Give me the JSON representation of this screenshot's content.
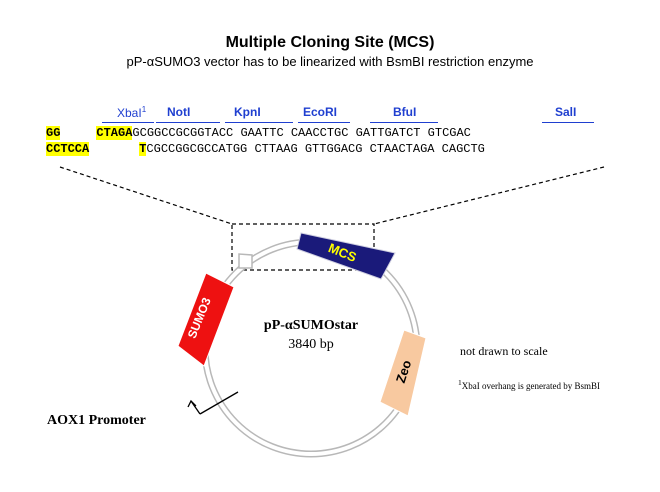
{
  "header": {
    "title": "Multiple Cloning Site (MCS)",
    "subtitle": "pP-αSUMO3 vector has to be linearized with BsmBI restriction enzyme"
  },
  "enzymes": {
    "xbai": "XbaI",
    "xbai_footnote_mark": "1",
    "noti": "NotI",
    "kpni": "KpnI",
    "ecori": "EcoRI",
    "bful": "BfuI",
    "sali": "SalI"
  },
  "sequence": {
    "top": {
      "overhang": "GG",
      "site": "CTAGA",
      "rest": "GCGGCCGCGGTACC GAATTC CAACCTGC GATTGATCT GTCGAC"
    },
    "bottom": {
      "overhang": "CCTCCA",
      "site": "T",
      "rest": "CGCCGGCGCCATGG CTTAAG GTTGGACG CTAACTAGA CAGCTG"
    }
  },
  "plasmid": {
    "name": "pP-αSUMOstar",
    "size": "3840 bp",
    "features": {
      "mcs": "MCS",
      "sumo": "SUMO3",
      "zeo": "Zeo",
      "promoter": "AOX1 Promoter"
    }
  },
  "notes": {
    "scale": "not drawn to scale",
    "footnote_mark": "1",
    "footnote": "XbaI overhang is generated by BsmBI"
  },
  "colors": {
    "enzyme_text": "#1f3fd0",
    "highlight": "#ffff00",
    "mcs_fill": "#1a1a7a",
    "mcs_text": "#ffff00",
    "sumo_fill": "#ee1111",
    "zeo_fill": "#f8c9a0",
    "backbone": "#b0b0b0"
  }
}
